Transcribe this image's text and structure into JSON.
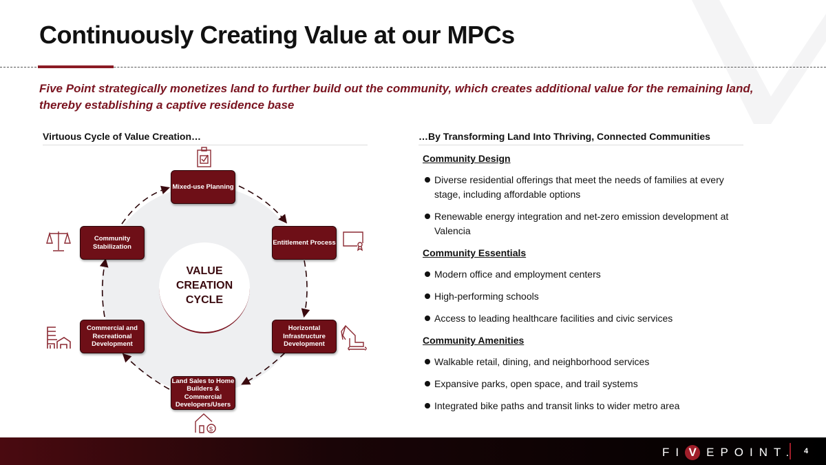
{
  "title": "Continuously Creating Value at our MPCs",
  "subtitle": "Five Point strategically monetizes land to further build out the community, which creates additional value for the remaining land, thereby establishing a captive residence base",
  "left_header": "Virtuous Cycle of Value Creation…",
  "right_header": "…By Transforming Land Into Thriving, Connected Communities",
  "cycle": {
    "center": "VALUE CREATION CYCLE",
    "steps": [
      "Mixed-use Planning",
      "Entitlement Process",
      "Horizontal Infrastructure Development",
      "Land Sales to Home Builders & Commercial Developers/Users",
      "Commercial and Recreational Development",
      "Community Stabilization"
    ]
  },
  "sections": [
    {
      "heading": "Community Design",
      "bullets": [
        "Diverse residential offerings that meet the needs of families at every stage, including affordable options",
        "Renewable energy integration and net-zero emission development at Valencia"
      ]
    },
    {
      "heading": "Community Essentials",
      "bullets": [
        "Modern office and employment centers",
        "High-performing schools",
        "Access to leading healthcare facilities and civic services"
      ]
    },
    {
      "heading": "Community Amenities",
      "bullets": [
        "Walkable retail, dining, and neighborhood services",
        "Expansive parks, open space, and trail systems",
        "Integrated bike paths and transit links to wider metro area"
      ]
    }
  ],
  "footer": {
    "logo": "FIVEPOINT",
    "logo_v": "V",
    "logo_pre": "FI",
    "logo_post": "EPOINT.",
    "page": "4"
  },
  "colors": {
    "brand": "#7a1420",
    "box": "#6e0f17"
  }
}
